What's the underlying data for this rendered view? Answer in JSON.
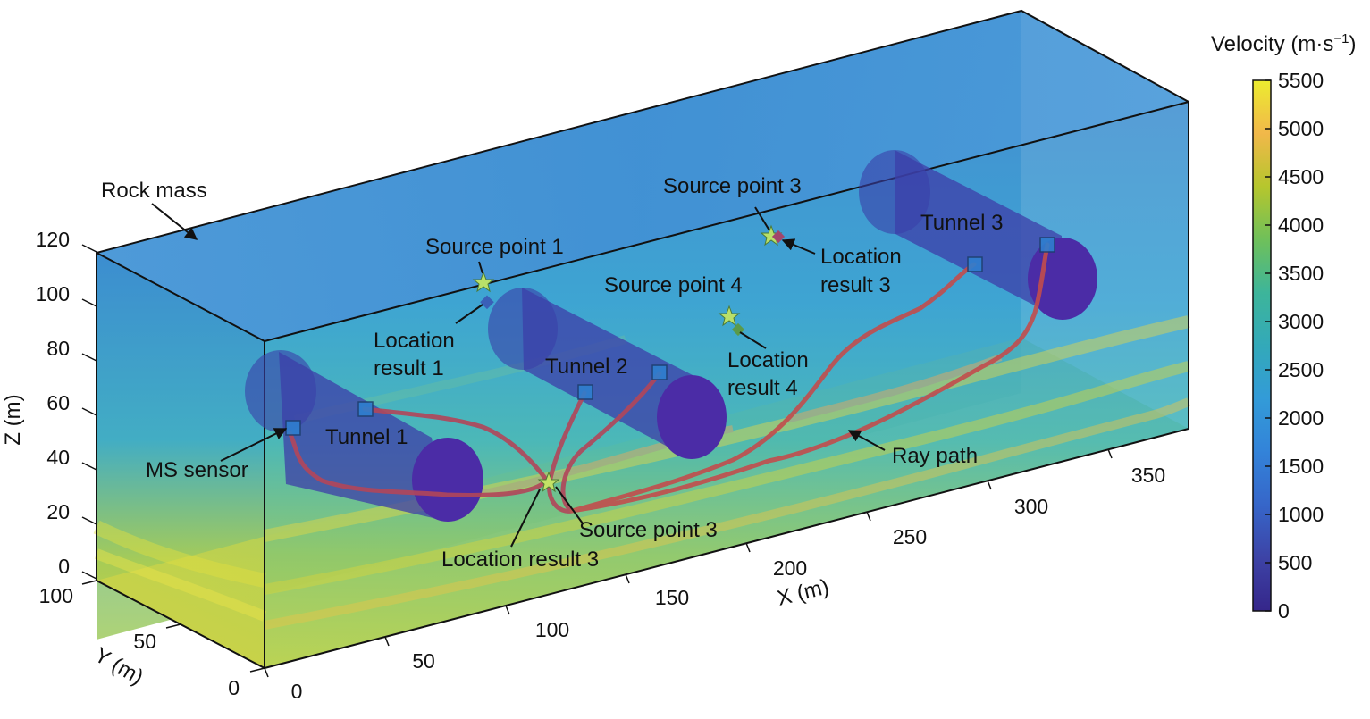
{
  "colorbar": {
    "title": "Velocity (m·s",
    "title_sup": "−1",
    "title_close": ")",
    "ticks": [
      "5500",
      "5000",
      "4500",
      "4000",
      "3500",
      "3000",
      "2500",
      "2000",
      "1500",
      "1000",
      "500",
      "0"
    ],
    "colors": [
      "#ecec2f",
      "#f1b84a",
      "#b6c62d",
      "#6fc05a",
      "#3db59a",
      "#33a9b9",
      "#339bd8",
      "#3383d9",
      "#3666c9",
      "#3d43a6",
      "#35268a"
    ]
  },
  "axes": {
    "z_title": "Z (m)",
    "z_ticks": [
      "0",
      "20",
      "40",
      "60",
      "80",
      "100",
      "120"
    ],
    "y_title": "Y (m)",
    "y_ticks": [
      "0",
      "50",
      "100"
    ],
    "x_title": "X (m)",
    "x_ticks": [
      "0",
      "50",
      "100",
      "150",
      "200",
      "250",
      "300",
      "350"
    ]
  },
  "labels": {
    "rock_mass": "Rock mass",
    "tunnel_1": "Tunnel 1",
    "tunnel_2": "Tunnel 2",
    "tunnel_3": "Tunnel 3",
    "ms_sensor": "MS sensor",
    "ray_path": "Ray path",
    "source_1": "Source point 1",
    "location_1_line1": "Location",
    "location_1_line2": "result 1",
    "source_3_top": "Source point 3",
    "location_3_line1": "Location",
    "location_3_line2": "result 3",
    "source_4": "Source point 4",
    "location_4_line1": "Location",
    "location_4_line2": "result 4",
    "source_3_bottom": "Source point 3",
    "location_3_bottom": "Location result 3"
  }
}
